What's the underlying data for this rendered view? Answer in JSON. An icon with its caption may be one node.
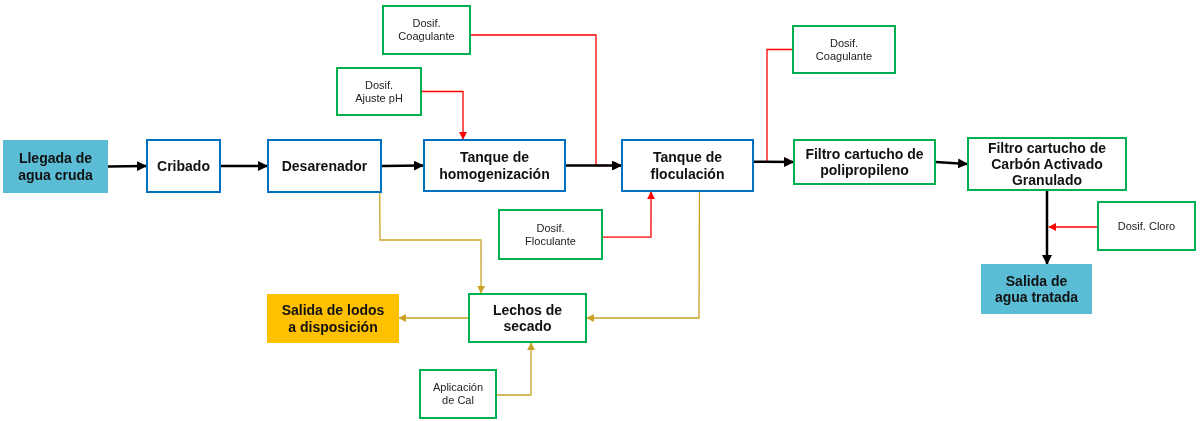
{
  "diagram": {
    "nodes": [
      {
        "text": [
          "Llegada de agua cruda"
        ]
      },
      {
        "text": [
          "Cribado"
        ]
      },
      {
        "text": [
          "Desarenador"
        ]
      },
      {
        "text": [
          "Tanque de homogenización"
        ]
      },
      {
        "text": [
          "Tanque de floculación"
        ]
      },
      {
        "text": [
          "Filtro cartucho de polipropileno"
        ]
      },
      {
        "text": [
          "Filtro cartucho de Carbón Activado Granulado"
        ]
      },
      {
        "text": [
          "Salida de agua tratada"
        ]
      },
      {
        "text": [
          "Dosif. Coagulante"
        ]
      },
      {
        "text": [
          "Dosif. Ajuste pH"
        ]
      },
      {
        "text": [
          "Dosif. Coagulante"
        ]
      },
      {
        "text": [
          "Dosif. Floculante"
        ]
      },
      {
        "text": [
          "Dosif. Cloro"
        ]
      },
      {
        "text": [
          "Lechos de secado"
        ]
      },
      {
        "text": [
          "Salida de lodos a disposición"
        ]
      },
      {
        "text": [
          "Aplicación de Cal"
        ]
      }
    ],
    "edges": [
      {
        "from": 0,
        "to": 1,
        "arrow": "to"
      },
      {
        "from": 1,
        "to": 2,
        "arrow": "to"
      },
      {
        "from": 2,
        "to": 3,
        "arrow": "to"
      },
      {
        "from": 3,
        "to": 4,
        "arrow": "to"
      },
      {
        "from": 4,
        "to": 5,
        "arrow": "to"
      },
      {
        "from": 5,
        "to": 6,
        "arrow": "to"
      },
      {
        "from": 6,
        "to": 7,
        "arrow": "to"
      },
      {
        "from": 8,
        "to": 4,
        "arrow": "to",
        "color": "#ff0000"
      },
      {
        "from": 9,
        "to": 3,
        "arrow": "to",
        "color": "#ff0000"
      },
      {
        "from": 10,
        "to": 5,
        "arrow": "to",
        "color": "#ff0000"
      },
      {
        "from": 11,
        "to": 4,
        "arrow": "to",
        "color": "#ff0000"
      },
      {
        "from": 12,
        "to": null,
        "arrow": "to",
        "color": "#ff0000"
      },
      {
        "from": 2,
        "to": 13,
        "arrow": "to",
        "color": "#c9a227"
      },
      {
        "from": 4,
        "to": 13,
        "arrow": "to",
        "color": "#c9a227"
      },
      {
        "from": 13,
        "to": 14,
        "arrow": "to",
        "color": "#c9a227"
      },
      {
        "from": 15,
        "to": 13,
        "arrow": "to",
        "color": "#c9a227"
      }
    ]
  }
}
